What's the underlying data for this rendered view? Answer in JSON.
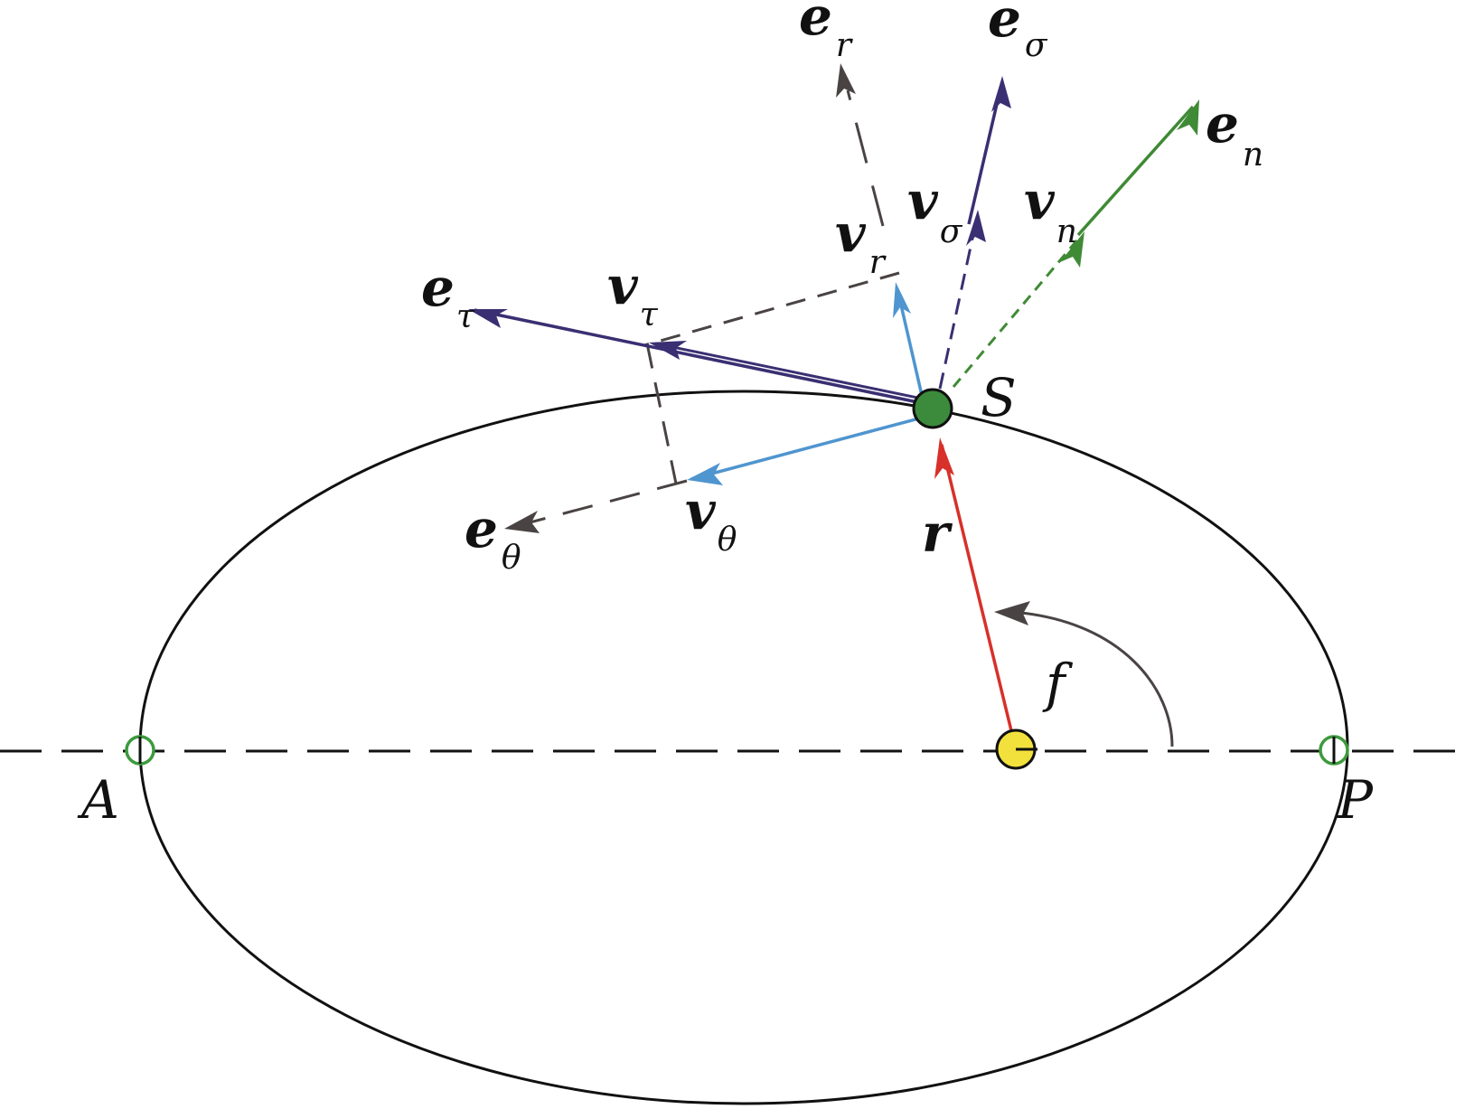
{
  "colors": {
    "line": "#111111",
    "guide": "#4a4343",
    "planet": "#3c8a3c",
    "sun": "#f2e13c",
    "apsis_marker": "#3c9a3c",
    "radius_vector": "#d8302a",
    "radial_tangential": "#4f95cf",
    "local_frame": "#3a2f72",
    "normal": "#3f8a35"
  },
  "labels": {
    "e_r": {
      "main": "e",
      "sub": "r"
    },
    "e_sigma": {
      "main": "e",
      "sub": "σ"
    },
    "e_n": {
      "main": "e",
      "sub": "n"
    },
    "v_sigma": {
      "main": "v",
      "sub": "σ"
    },
    "v_n": {
      "main": "v",
      "sub": "n"
    },
    "v_r": {
      "main": "v",
      "sub": "r"
    },
    "e_tau": {
      "main": "e",
      "sub": "τ"
    },
    "v_tau": {
      "main": "v",
      "sub": "τ"
    },
    "e_theta": {
      "main": "e",
      "sub": "θ"
    },
    "v_theta": {
      "main": "v",
      "sub": "θ"
    },
    "r": "r",
    "f": "f",
    "S": "S",
    "A": "A",
    "P": "P"
  }
}
